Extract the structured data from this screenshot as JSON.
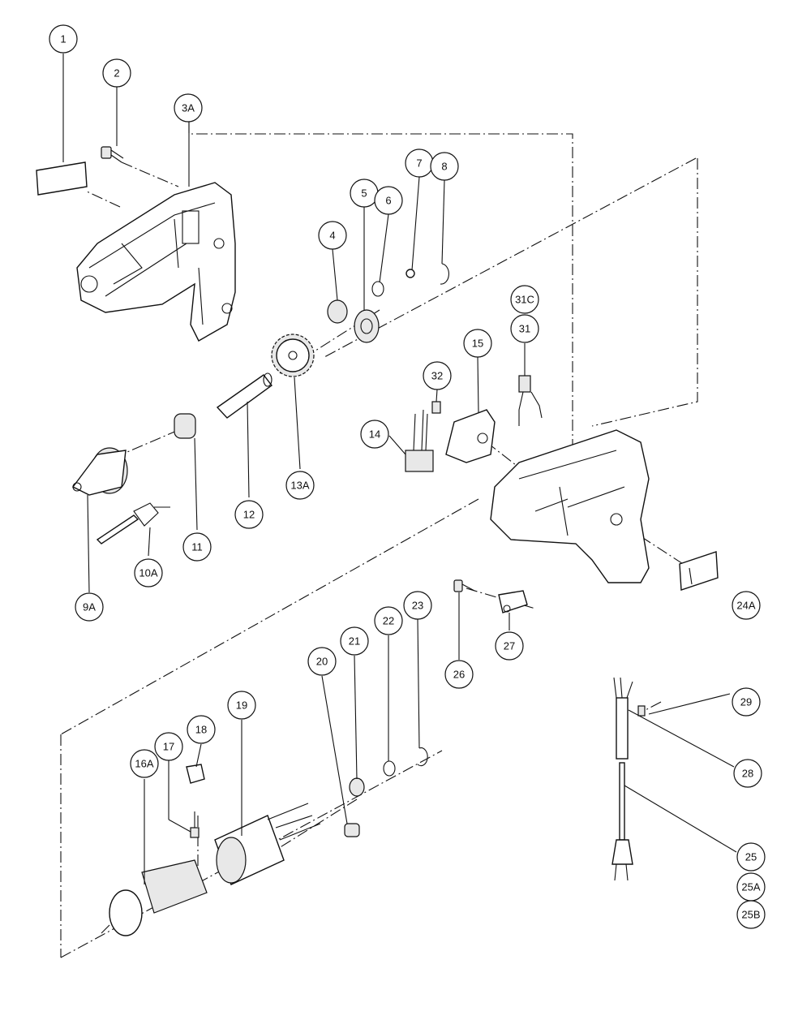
{
  "callouts": [
    {
      "id": "c1",
      "label": "1"
    },
    {
      "id": "c2",
      "label": "2"
    },
    {
      "id": "c3A",
      "label": "3A"
    },
    {
      "id": "c4",
      "label": "4"
    },
    {
      "id": "c5",
      "label": "5"
    },
    {
      "id": "c6",
      "label": "6"
    },
    {
      "id": "c7",
      "label": "7"
    },
    {
      "id": "c8",
      "label": "8"
    },
    {
      "id": "c9A",
      "label": "9A"
    },
    {
      "id": "c10A",
      "label": "10A"
    },
    {
      "id": "c11",
      "label": "11"
    },
    {
      "id": "c12",
      "label": "12"
    },
    {
      "id": "c13A",
      "label": "13A"
    },
    {
      "id": "c14",
      "label": "14"
    },
    {
      "id": "c15",
      "label": "15"
    },
    {
      "id": "c16A",
      "label": "16A"
    },
    {
      "id": "c17",
      "label": "17"
    },
    {
      "id": "c18",
      "label": "18"
    },
    {
      "id": "c19",
      "label": "19"
    },
    {
      "id": "c20",
      "label": "20"
    },
    {
      "id": "c21",
      "label": "21"
    },
    {
      "id": "c22",
      "label": "22"
    },
    {
      "id": "c23",
      "label": "23"
    },
    {
      "id": "c24A",
      "label": "24A"
    },
    {
      "id": "c25",
      "label": "25"
    },
    {
      "id": "c25A",
      "label": "25A"
    },
    {
      "id": "c25B",
      "label": "25B"
    },
    {
      "id": "c26",
      "label": "26"
    },
    {
      "id": "c27",
      "label": "27"
    },
    {
      "id": "c28",
      "label": "28"
    },
    {
      "id": "c29",
      "label": "29"
    },
    {
      "id": "c31C",
      "label": "31C"
    },
    {
      "id": "c31",
      "label": "31"
    },
    {
      "id": "c32",
      "label": "32"
    }
  ]
}
